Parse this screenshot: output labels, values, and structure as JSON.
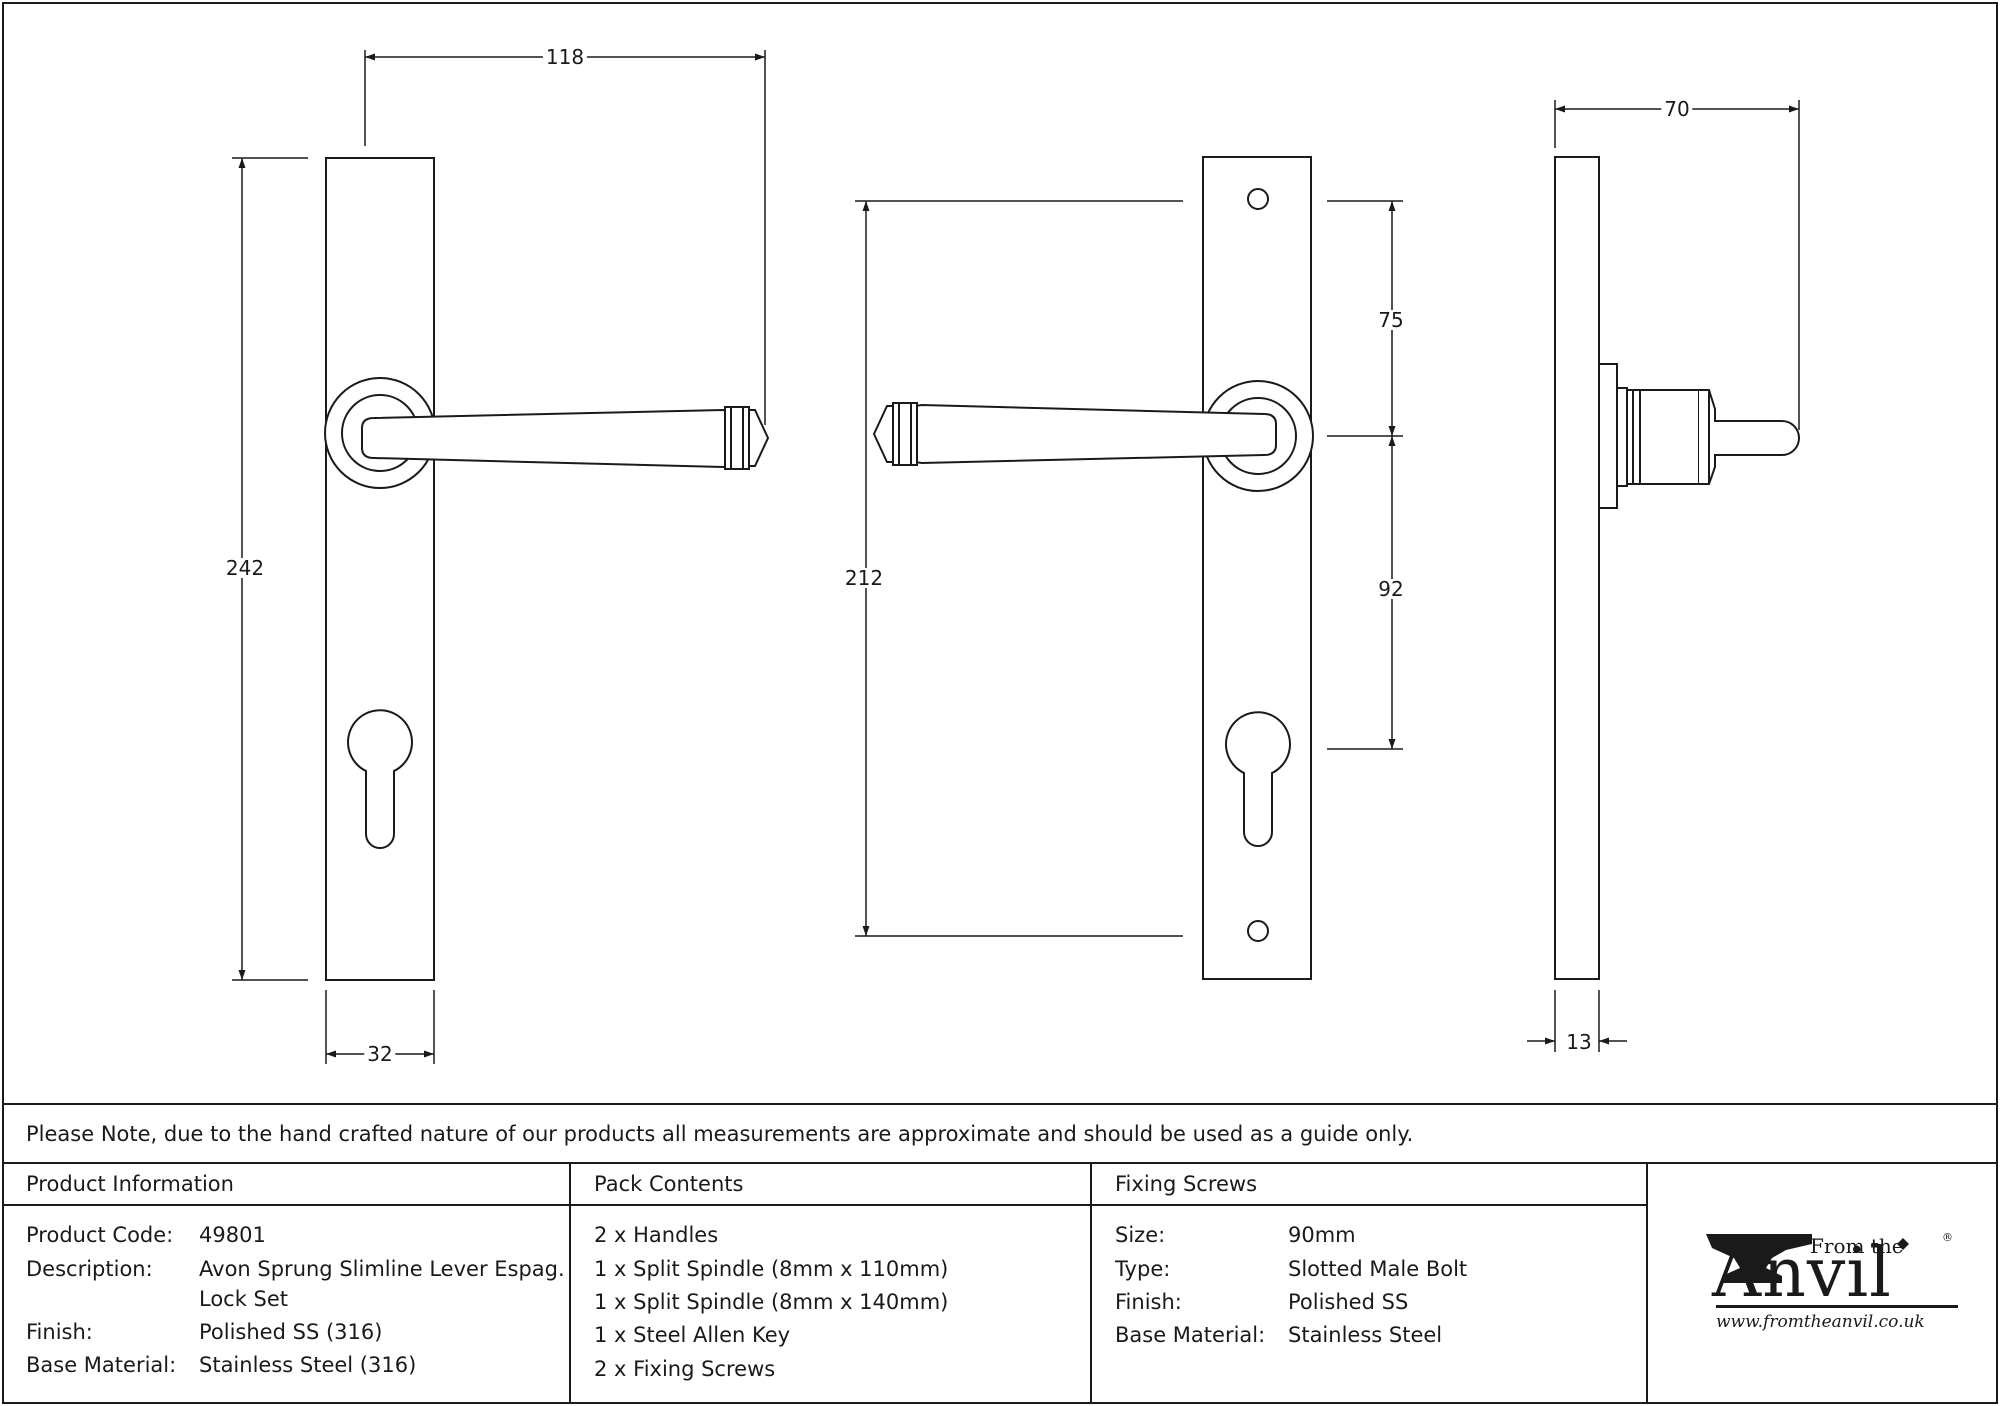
{
  "dimensions": {
    "front_width_total": "118",
    "front_height": "242",
    "front_plate_width": "32",
    "fixing_centres": "212",
    "upper_to_spindle": "75",
    "spindle_to_cylinder": "92",
    "side_projection": "70",
    "side_plate_thickness": "13"
  },
  "note": "Please Note, due to the hand crafted nature of our products all measurements are approximate and should be used as a guide only.",
  "product_info": {
    "heading": "Product Information",
    "rows": [
      {
        "label": "Product Code:",
        "value": "49801"
      },
      {
        "label": "Description:",
        "value": "Avon Sprung Slimline Lever Espag."
      },
      {
        "label": "",
        "value": "Lock Set"
      },
      {
        "label": "Finish:",
        "value": "Polished SS (316)"
      },
      {
        "label": "Base Material:",
        "value": "Stainless Steel (316)"
      }
    ]
  },
  "pack_contents": {
    "heading": "Pack Contents",
    "items": [
      "2 x Handles",
      "1 x Split Spindle (8mm x 110mm)",
      "1 x Split Spindle (8mm x 140mm)",
      "1 x Steel Allen Key",
      "2 x Fixing Screws"
    ]
  },
  "fixing_screws": {
    "heading": "Fixing Screws",
    "rows": [
      {
        "label": "Size:",
        "value": "90mm"
      },
      {
        "label": "Type:",
        "value": "Slotted Male Bolt"
      },
      {
        "label": "Finish:",
        "value": "Polished SS"
      },
      {
        "label": "Base Material:",
        "value": "Stainless Steel"
      }
    ]
  },
  "logo": {
    "from_the": "From the",
    "brand": "Anvil",
    "registered": "®",
    "url": "www.fromtheanvil.co.uk"
  },
  "colors": {
    "line": "#1a1a1a",
    "background": "#ffffff"
  }
}
